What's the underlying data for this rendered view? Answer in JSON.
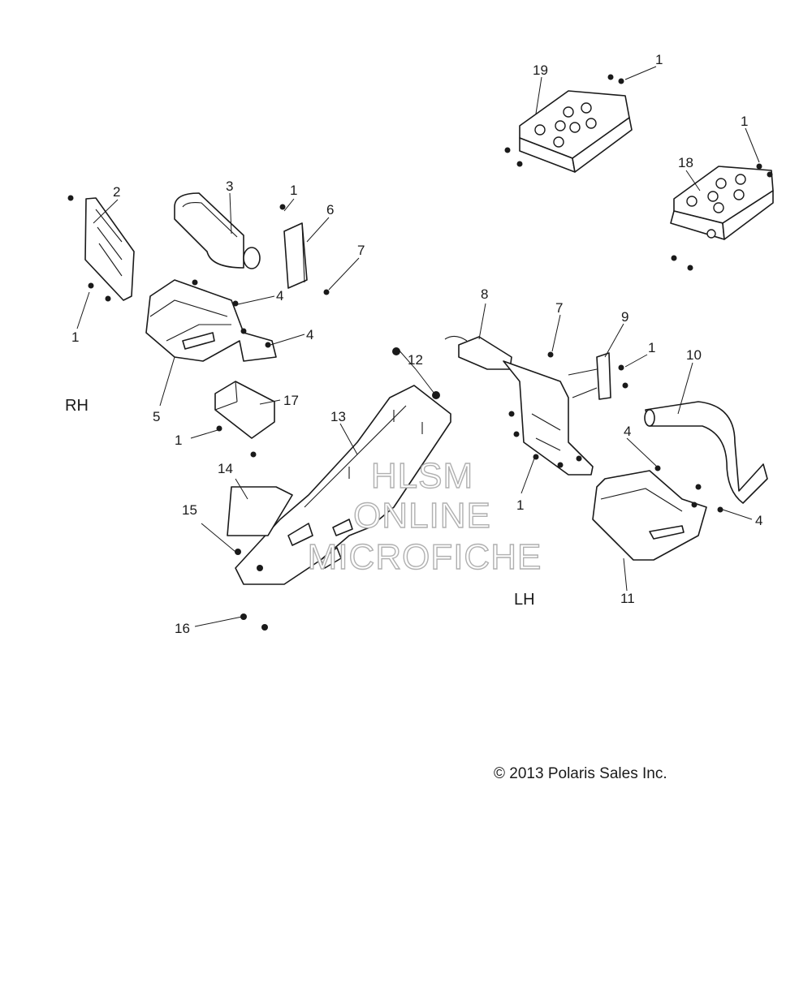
{
  "side_labels": {
    "rh": "RH",
    "lh": "LH"
  },
  "copyright": "© 2013 Polaris Sales Inc.",
  "watermark": [
    "HLSM",
    "ONLINE",
    "MICROFICHE"
  ],
  "callouts": {
    "c1": "1",
    "c2": "2",
    "c3": "3",
    "c4": "4",
    "c5": "5",
    "c6": "6",
    "c7": "7",
    "c8": "8",
    "c9": "9",
    "c10": "10",
    "c11": "11",
    "c12": "12",
    "c13": "13",
    "c14": "14",
    "c15": "15",
    "c16": "16",
    "c17": "17",
    "c18": "18",
    "c19": "19"
  },
  "colors": {
    "line": "#1a1a1a",
    "background": "#ffffff",
    "watermark": "#b0b0b0"
  }
}
